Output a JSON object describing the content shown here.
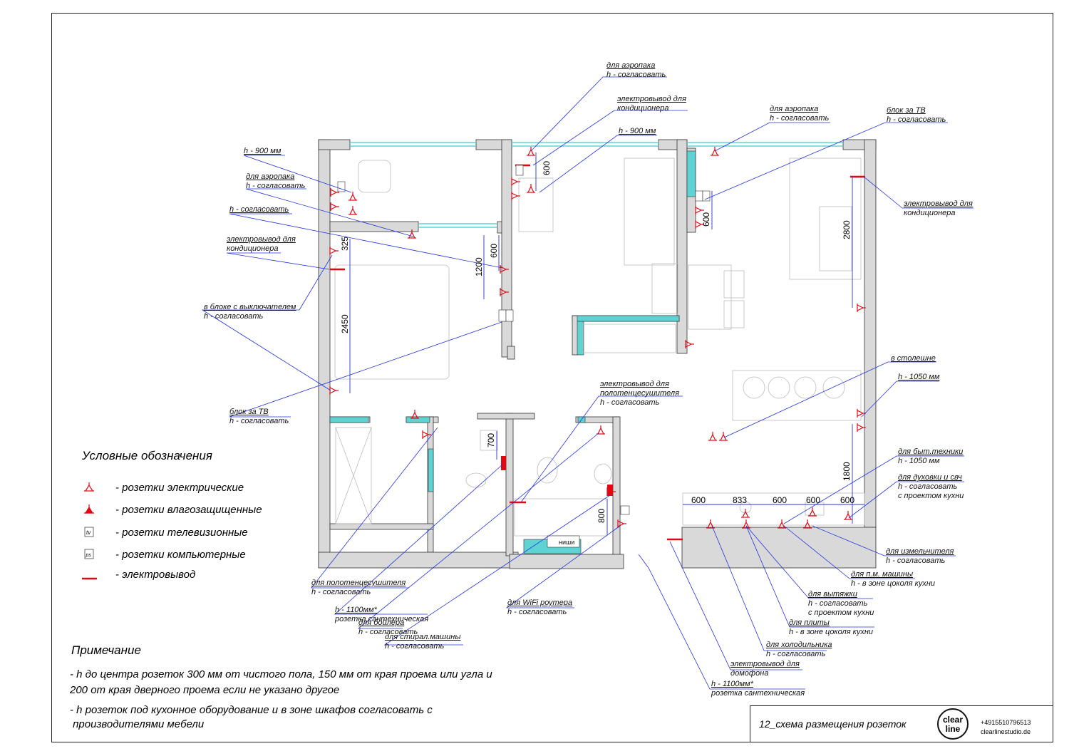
{
  "sheet": {
    "title": "12_схема размещения розеток",
    "logo_line1": "clear",
    "logo_line2": "line",
    "phone": "+4915510796513",
    "site": "clearlinestudio.de"
  },
  "legend": {
    "title": "Условные обозначения",
    "items": [
      {
        "label": "- розетки электрические",
        "icon": "socket-icon"
      },
      {
        "label": "- розетки влагозащищенные",
        "icon": "waterproof-socket-icon"
      },
      {
        "label": "- розетки телевизионные",
        "icon": "tv-socket-icon",
        "badge": "tv"
      },
      {
        "label": "- розетки компьютерные",
        "icon": "computer-socket-icon",
        "badge": "ps"
      },
      {
        "label": "- электровывод",
        "icon": "outlet-wire-icon"
      }
    ]
  },
  "notes": {
    "title": "Примечание",
    "lines": [
      "- h до центра розеток 300 мм от чистого пола, 150 мм от края проема или угла и",
      "200 от края дверного проема если не указано другое",
      "- h розеток под кухонное оборудование и в зоне шкафов согласовать с",
      " производителями мебели"
    ]
  },
  "dimensions": [
    "325",
    "2450",
    "600",
    "1200",
    "600",
    "600",
    "2800",
    "700",
    "800",
    "1800",
    "600",
    "833",
    "600",
    "600",
    "600"
  ],
  "callouts": [
    {
      "l1": "для аэропака",
      "l2": "h - согласовать"
    },
    {
      "l1": "электровывод для",
      "l2": "кондиционера"
    },
    {
      "l1": "h - 900 мм",
      "l2": ""
    },
    {
      "l1": "для аэропака",
      "l2": "h - согласовать"
    },
    {
      "l1": "блок за ТВ",
      "l2": "h - согласовать"
    },
    {
      "l1": "h - 900 мм",
      "l2": ""
    },
    {
      "l1": "для аэропака",
      "l2": "h - согласовать"
    },
    {
      "l1": "h - согласовать",
      "l2": ""
    },
    {
      "l1": "электровывод для",
      "l2": "кондиционера"
    },
    {
      "l1": "электровывод для",
      "l2": "кондиционера"
    },
    {
      "l1": "в блоке с выключателем",
      "l2": "h - согласовать"
    },
    {
      "l1": "блок за ТВ",
      "l2": "h - согласовать"
    },
    {
      "l1": "электровывод для",
      "l2": "полотенцесушителя",
      "l3": "h - согласовать"
    },
    {
      "l1": "в столешне",
      "l2": ""
    },
    {
      "l1": "h - 1050 мм",
      "l2": ""
    },
    {
      "l1": "для быт.техники",
      "l2": "h - 1050 мм"
    },
    {
      "l1": "для духовки и свч",
      "l2": "h - согласовать",
      "l3": "с проектом кухни"
    },
    {
      "l1": "для измельчителя",
      "l2": "h - согласовать"
    },
    {
      "l1": "для п.м. машины",
      "l2": "h - в зоне цоколя кухни"
    },
    {
      "l1": "для вытяжки",
      "l2": "h - согласовать",
      "l3": "с проектом кухни"
    },
    {
      "l1": "для плиты",
      "l2": "h - в зоне цоколя кухни"
    },
    {
      "l1": "для холодильника",
      "l2": "h - согласовать"
    },
    {
      "l1": "электровывод для",
      "l2": "домофона"
    },
    {
      "l1": "h - 1100мм*",
      "l2": "розетка сантехническая"
    },
    {
      "l1": "для полотенцесушителя",
      "l2": "h - согласовать"
    },
    {
      "l1": "h - 1100мм*",
      "l2": "розетка сантехническая"
    },
    {
      "l1": "для бойлера",
      "l2": "h - согласовать"
    },
    {
      "l1": "для стирал.машины",
      "l2": "h - согласовать"
    },
    {
      "l1": "для WiFi роутера",
      "l2": "h - согласовать"
    }
  ],
  "plan_labels": {
    "niche": "ниши"
  },
  "colors": {
    "wall": "#d9d9d9",
    "socket": "#e30613",
    "leader": "#2233dd",
    "accent": "#5fd3d3"
  }
}
